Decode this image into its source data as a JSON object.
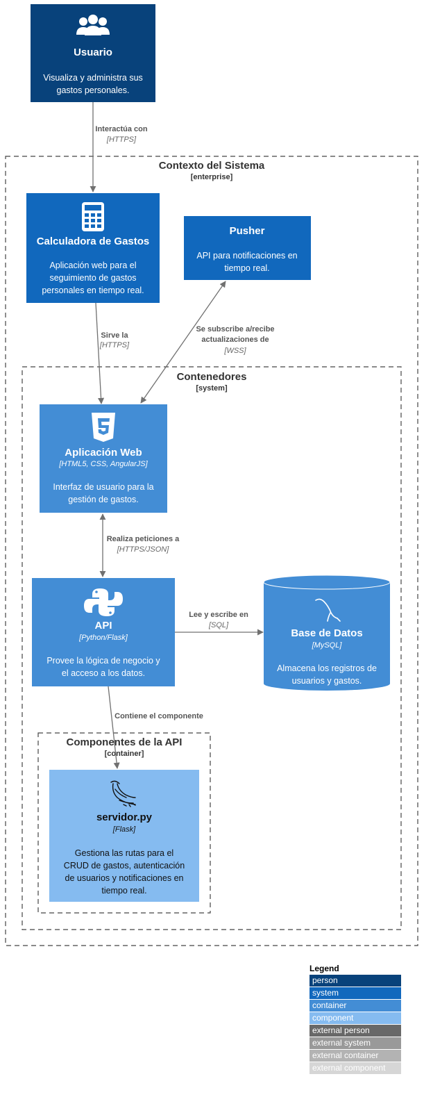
{
  "colors": {
    "person": "#08427b",
    "system": "#1168bd",
    "container": "#438dd5",
    "component": "#85bbf0",
    "arrow": "#707070",
    "boundary": "#444444"
  },
  "nodes": {
    "usuario": {
      "icon": "users-icon",
      "title": "Usuario",
      "desc": [
        "Visualiza y administra sus",
        "gastos personales."
      ]
    },
    "calculadora": {
      "icon": "calculator-icon",
      "title": "Calculadora de Gastos",
      "desc": [
        "Aplicación web para el",
        "seguimiento de gastos",
        "personales en tiempo real."
      ]
    },
    "pusher": {
      "title": "Pusher",
      "desc": [
        "API para notificaciones en",
        "tiempo real."
      ]
    },
    "webapp": {
      "icon": "html5-icon",
      "title": "Aplicación Web",
      "tech": "[HTML5, CSS, AngularJS]",
      "desc": [
        "Interfaz de usuario para la",
        "gestión de gastos."
      ]
    },
    "api": {
      "icon": "python-icon",
      "title": "API",
      "tech": "[Python/Flask]",
      "desc": [
        "Provee la lógica de negocio y",
        "el acceso a los datos."
      ]
    },
    "db": {
      "icon": "mysql-icon",
      "title": "Base de Datos",
      "tech": "[MySQL]",
      "desc": [
        "Almacena los registros de",
        "usuarios y gastos."
      ]
    },
    "servidor": {
      "icon": "flask-icon",
      "title": "servidor.py",
      "tech": "[Flask]",
      "desc": [
        "Gestiona las rutas para el",
        "CRUD de gastos, autenticación",
        "de usuarios y notificaciones en",
        "tiempo real."
      ]
    }
  },
  "boundaries": {
    "sistema": {
      "title": "Contexto del Sistema",
      "type": "[enterprise]"
    },
    "contenedores": {
      "title": "Contenedores",
      "type": "[system]"
    },
    "componentes": {
      "title": "Componentes de la API",
      "type": "[container]"
    }
  },
  "edges": {
    "e1": {
      "label": [
        "Interactúa con"
      ],
      "tech": "[HTTPS]"
    },
    "e2": {
      "label": [
        "Sirve la"
      ],
      "tech": "[HTTPS]"
    },
    "e3": {
      "label": [
        "Se subscribe a/recibe",
        "actualizaciones de"
      ],
      "tech": "[WSS]"
    },
    "e4": {
      "label": [
        "Realiza peticiones a"
      ],
      "tech": "[HTTPS/JSON]"
    },
    "e5": {
      "label": [
        "Lee y escribe en"
      ],
      "tech": "[SQL]"
    },
    "e6": {
      "label": [
        "Contiene el componente"
      ],
      "tech": ""
    }
  },
  "legend": {
    "title": "Legend",
    "items": [
      {
        "label": "person",
        "bg": "#08427b",
        "fg": "#ffffff"
      },
      {
        "label": "system",
        "bg": "#1168bd",
        "fg": "#ffffff"
      },
      {
        "label": "container",
        "bg": "#438dd5",
        "fg": "#ffffff"
      },
      {
        "label": "component",
        "bg": "#85bbf0",
        "fg": "#ffffff"
      },
      {
        "label": "external person",
        "bg": "#686868",
        "fg": "#ffffff"
      },
      {
        "label": "external system",
        "bg": "#999999",
        "fg": "#ffffff"
      },
      {
        "label": "external container",
        "bg": "#b3b3b3",
        "fg": "#ffffff"
      },
      {
        "label": "external component",
        "bg": "#d6d6d6",
        "fg": "#ffffff"
      }
    ]
  }
}
